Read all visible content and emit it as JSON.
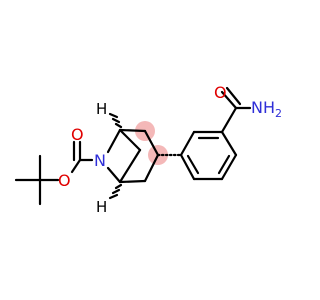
{
  "molecule": {
    "atoms": {
      "n_bridge": "N",
      "o_carbonyl": "O",
      "o_ester": "O",
      "o_amide": "O",
      "n_amide": "NH",
      "n_amide_subscript": "2",
      "h_top": "H",
      "h_bottom": "H"
    },
    "colors": {
      "nitrogen": "#2f2fd8",
      "oxygen": "#e00000",
      "carbon": "#000000",
      "highlight": "#f4b8b8"
    }
  }
}
